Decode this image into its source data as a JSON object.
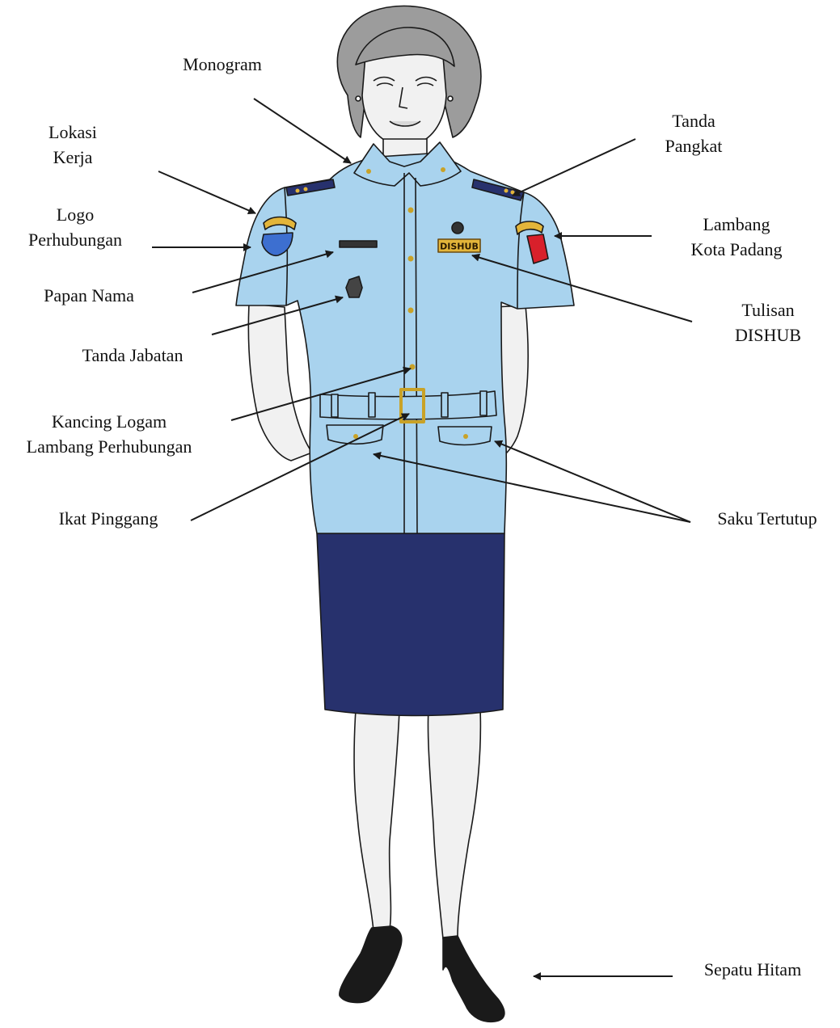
{
  "labels": {
    "monogram": "Monogram",
    "lokasi_kerja": [
      "Lokasi",
      "Kerja"
    ],
    "logo_perhubungan": [
      "Logo",
      "Perhubungan"
    ],
    "papan_nama": "Papan Nama",
    "tanda_jabatan": "Tanda Jabatan",
    "kancing_logam": [
      "Kancing Logam",
      "Lambang Perhubungan"
    ],
    "ikat_pinggang": "Ikat Pinggang",
    "tanda_pangkat": [
      "Tanda",
      "Pangkat"
    ],
    "lambang_kota": [
      "Lambang",
      "Kota Padang"
    ],
    "tulisan_dishub": [
      "Tulisan",
      "DISHUB"
    ],
    "saku_tertutup": "Saku Tertutup",
    "sepatu_hitam": "Sepatu Hitam"
  },
  "badge_text": "DISHUB",
  "colors": {
    "shirt": "#a9d3ee",
    "skirt": "#27316d",
    "hair": "#9c9c9c",
    "skin": "#f1f1f1",
    "shoes": "#1a1a1a",
    "gold": "#c9a227",
    "badge_bg": "#e3b53a",
    "logo_blue": "#3d6fd0",
    "emblem_red": "#d8202b",
    "line": "#1a1a1a"
  }
}
